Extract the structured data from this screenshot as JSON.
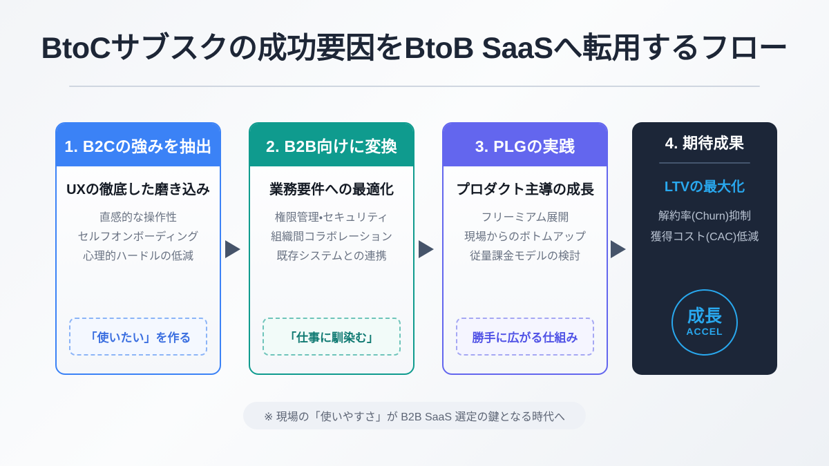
{
  "header": {
    "title": "BtoCサブスクの成功要因をBtoB SaaSへ転用するフロー"
  },
  "theme": {
    "background_start": "#f3f5f8",
    "background_end": "#eef1f5",
    "title_color": "#1d2636",
    "rule_color": "#cfd6e0",
    "arrow_color": "#46546a",
    "muted_text": "#6a7383"
  },
  "flow": {
    "cards": [
      {
        "step_title": "1. B2Cの強みを抽出",
        "lead": "UXの徹底した磨き込み",
        "bullets": [
          "直感的な操作性",
          "セルフオンボーディング",
          "心理的ハードルの低減"
        ],
        "badge": "「使いたい」を作る",
        "accent": "#3b82f6"
      },
      {
        "step_title": "2. B2B向けに変換",
        "lead": "業務要件への最適化",
        "bullets": [
          "権限管理・セキュリティ",
          "組織間コラボレーション",
          "既存システムとの連携"
        ],
        "badge": "「仕事に馴染む」",
        "accent": "#0f9b8e"
      },
      {
        "step_title": "3. PLGの実践",
        "lead": "プロダクト主導の成長",
        "bullets": [
          "フリーミアム展開",
          "現場からのボトムアップ",
          "従量課金モデルの検討"
        ],
        "badge": "勝手に広がる仕組み",
        "accent": "#6366ee"
      },
      {
        "step_title": "4. 期待成果",
        "lead": "LTVの最大化",
        "bullets": [
          "解約率(Churn)抑制",
          "獲得コスト(CAC)低減"
        ],
        "circle_main": "成長",
        "circle_sub": "ACCEL",
        "accent": "#29a8ee",
        "background": "#1c2638"
      }
    ],
    "connectors": [
      {
        "name": "arrow-1-to-2",
        "glyph": "triangle-right"
      },
      {
        "name": "arrow-2-to-3",
        "glyph": "triangle-right"
      },
      {
        "name": "arrow-3-to-4",
        "glyph": "triangle-right"
      }
    ]
  },
  "footer": {
    "note": "※ 現場の「使いやすさ」が B2B SaaS 選定の鍵となる時代へ"
  }
}
